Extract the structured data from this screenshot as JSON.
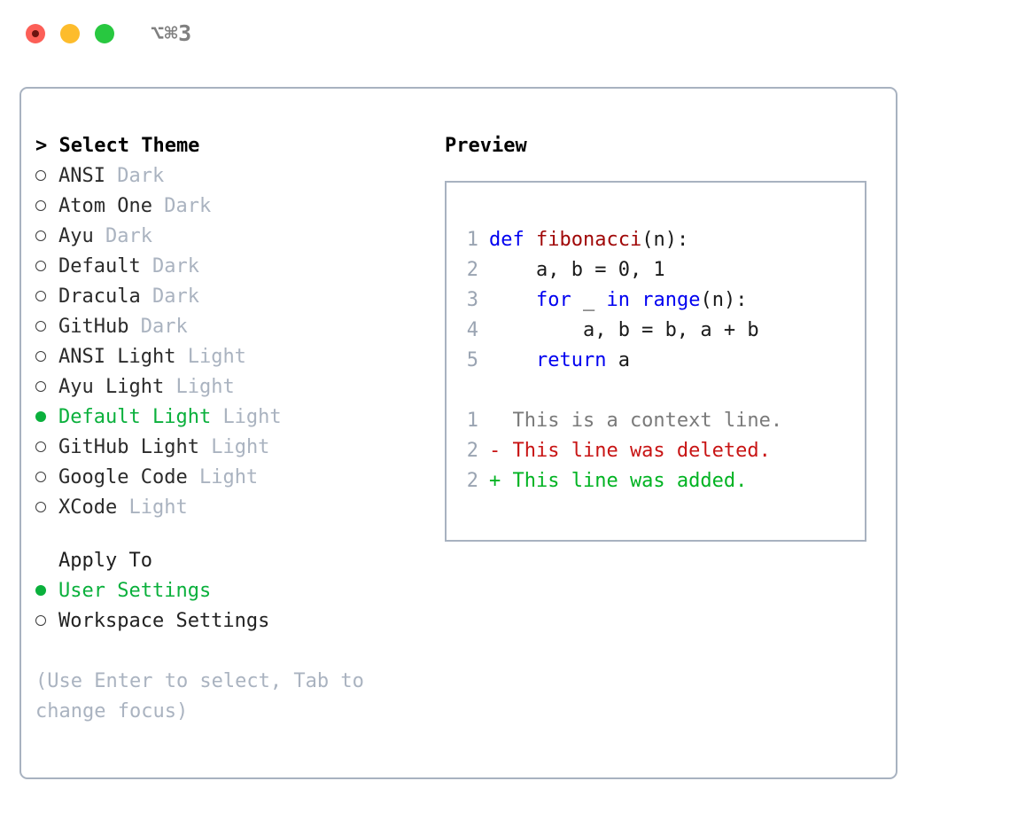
{
  "titlebar": {
    "shortcut": "⌥⌘3",
    "buttons": [
      {
        "name": "close",
        "color": "#fc5f57"
      },
      {
        "name": "minimize",
        "color": "#fdbc2c"
      },
      {
        "name": "maximize",
        "color": "#28c840"
      }
    ]
  },
  "left": {
    "header": "> Select Theme",
    "themes": [
      {
        "marker": "o",
        "name": "ANSI",
        "tag": "Dark",
        "selected": false
      },
      {
        "marker": "o",
        "name": "Atom One",
        "tag": "Dark",
        "selected": false
      },
      {
        "marker": "o",
        "name": "Ayu",
        "tag": "Dark",
        "selected": false
      },
      {
        "marker": "o",
        "name": "Default",
        "tag": "Dark",
        "selected": false
      },
      {
        "marker": "o",
        "name": "Dracula",
        "tag": "Dark",
        "selected": false
      },
      {
        "marker": "o",
        "name": "GitHub",
        "tag": "Dark",
        "selected": false
      },
      {
        "marker": "o",
        "name": "ANSI Light",
        "tag": "Light",
        "selected": false
      },
      {
        "marker": "o",
        "name": "Ayu Light",
        "tag": "Light",
        "selected": false
      },
      {
        "marker": "●",
        "name": "Default Light",
        "tag": "Light",
        "selected": true
      },
      {
        "marker": "o",
        "name": "GitHub Light",
        "tag": "Light",
        "selected": false
      },
      {
        "marker": "o",
        "name": "Google Code",
        "tag": "Light",
        "selected": false
      },
      {
        "marker": "o",
        "name": "XCode",
        "tag": "Light",
        "selected": false
      }
    ],
    "apply_to_title": "Apply To",
    "apply_to_options": [
      {
        "marker": "●",
        "label": "User Settings",
        "selected": true
      },
      {
        "marker": "o",
        "label": "Workspace Settings",
        "selected": false
      }
    ],
    "hint": "(Use Enter to select, Tab to change focus)"
  },
  "right": {
    "preview_title": "Preview",
    "code_lines": [
      {
        "num": "1",
        "tokens": [
          {
            "t": "def ",
            "c": "kw"
          },
          {
            "t": "fibonacci",
            "c": "fn"
          },
          {
            "t": "(n):",
            "c": "plain"
          }
        ]
      },
      {
        "num": "2",
        "tokens": [
          {
            "t": "    a, b = 0, 1",
            "c": "plain"
          }
        ]
      },
      {
        "num": "3",
        "tokens": [
          {
            "t": "    ",
            "c": "plain"
          },
          {
            "t": "for",
            "c": "kw"
          },
          {
            "t": " _ ",
            "c": "plain"
          },
          {
            "t": "in",
            "c": "kw"
          },
          {
            "t": " ",
            "c": "plain"
          },
          {
            "t": "range",
            "c": "kw"
          },
          {
            "t": "(n):",
            "c": "plain"
          }
        ]
      },
      {
        "num": "4",
        "tokens": [
          {
            "t": "        a, b = b, a + b",
            "c": "plain"
          }
        ]
      },
      {
        "num": "5",
        "tokens": [
          {
            "t": "    ",
            "c": "plain"
          },
          {
            "t": "return",
            "c": "kw"
          },
          {
            "t": " a",
            "c": "plain"
          }
        ]
      }
    ],
    "diff_lines": [
      {
        "num": "1",
        "text": "  This is a context line.",
        "kind": "ctx"
      },
      {
        "num": "2",
        "text": "- This line was deleted.",
        "kind": "del"
      },
      {
        "num": "2",
        "text": "+ This line was added.",
        "kind": "add"
      }
    ]
  },
  "colors": {
    "accent_green": "#0ab03c",
    "border": "#a8b2c0",
    "muted": "#aab3c0",
    "keyword_blue": "#0000f0",
    "function_red": "#a00808",
    "diff_add": "#00b322",
    "diff_del": "#c81414"
  }
}
